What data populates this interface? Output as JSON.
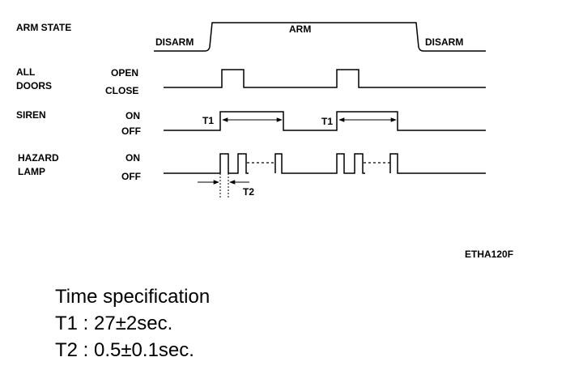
{
  "rows": {
    "arm_state": {
      "label": "ARM STATE",
      "low": "DISARM",
      "high": "ARM",
      "low_end": "DISARM"
    },
    "all_doors": {
      "label_line1": "ALL",
      "label_line2": "DOORS",
      "high": "OPEN",
      "low": "CLOSE"
    },
    "siren": {
      "label": "SIREN",
      "high": "ON",
      "low": "OFF",
      "marker_1": "T1",
      "marker_2": "T1"
    },
    "hazard_lamp": {
      "label_line1": "HAZARD",
      "label_line2": "LAMP",
      "high": "ON",
      "low": "OFF",
      "marker": "T2"
    }
  },
  "figure_code": "ETHA120F",
  "spec": {
    "title": "Time specification",
    "t1": "T1 : 27±2sec.",
    "t2": "T2 : 0.5±0.1sec."
  }
}
